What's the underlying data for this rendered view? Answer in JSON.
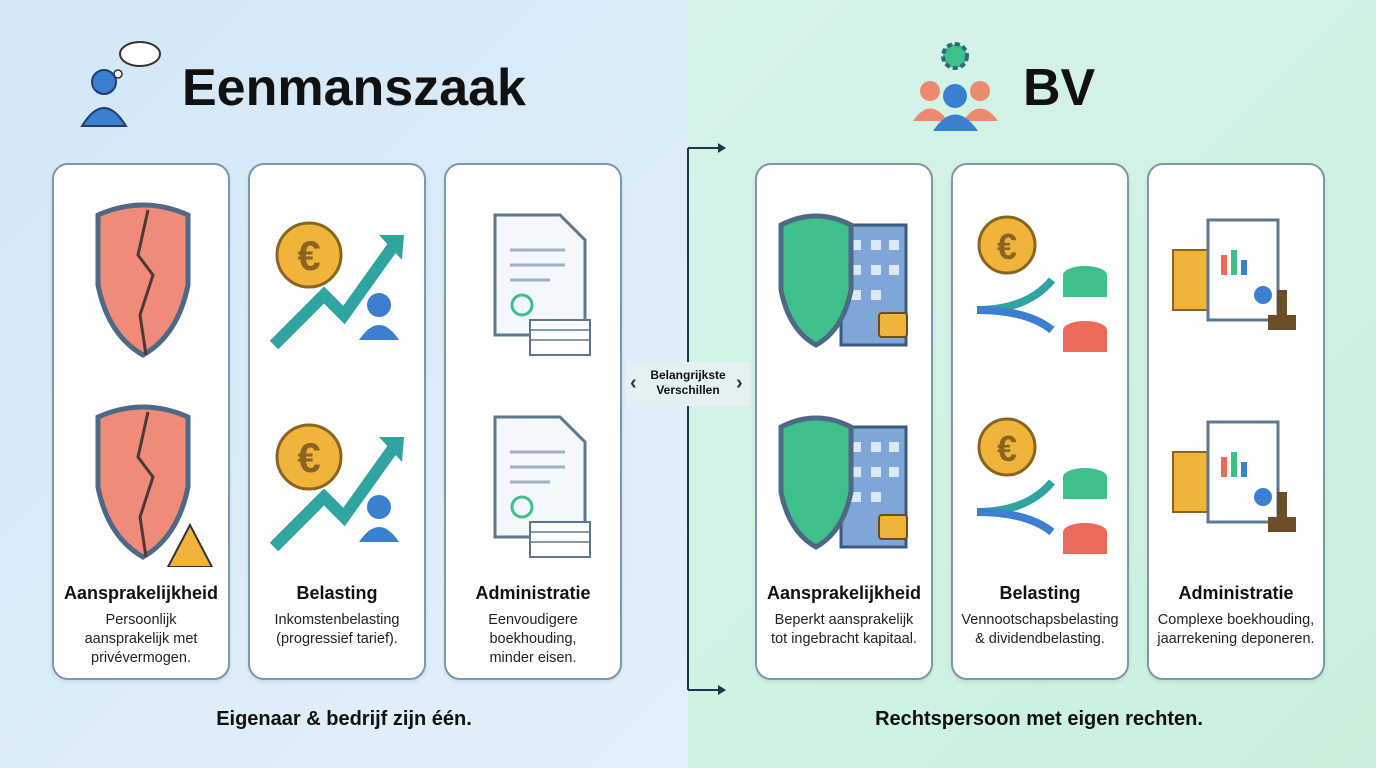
{
  "left": {
    "title": "Eenmanszaak",
    "footer": "Eigenaar & bedrijf zijn één.",
    "cards": [
      {
        "title": "Aansprakelijkheid",
        "desc": "Persoonlijk\naansprakelijk met\nprivévermogen."
      },
      {
        "title": "Belasting",
        "desc": "Inkomstenbelasting\n(progressief tarief)."
      },
      {
        "title": "Administratie",
        "desc": "Eenvoudigere\nboekhouding,\nminder eisen."
      }
    ]
  },
  "right": {
    "title": "BV",
    "footer": "Rechtspersoon met eigen rechten.",
    "cards": [
      {
        "title": "Aansprakelijkheid",
        "desc": "Beperkt aansprakelijk\ntot ingebracht kapitaal."
      },
      {
        "title": "Belasting",
        "desc": "Vennootschapsbelasting\n& dividendbelasting."
      },
      {
        "title": "Administratie",
        "desc": "Complexe boekhouding,\njaarrekening deponeren."
      }
    ]
  },
  "center": {
    "label": "Belangrijkste\nVerschillen"
  },
  "colors": {
    "blue": "#3b7fd0",
    "green": "#3fbf8a",
    "red": "#ec6a5a",
    "gold": "#f0b43a"
  }
}
